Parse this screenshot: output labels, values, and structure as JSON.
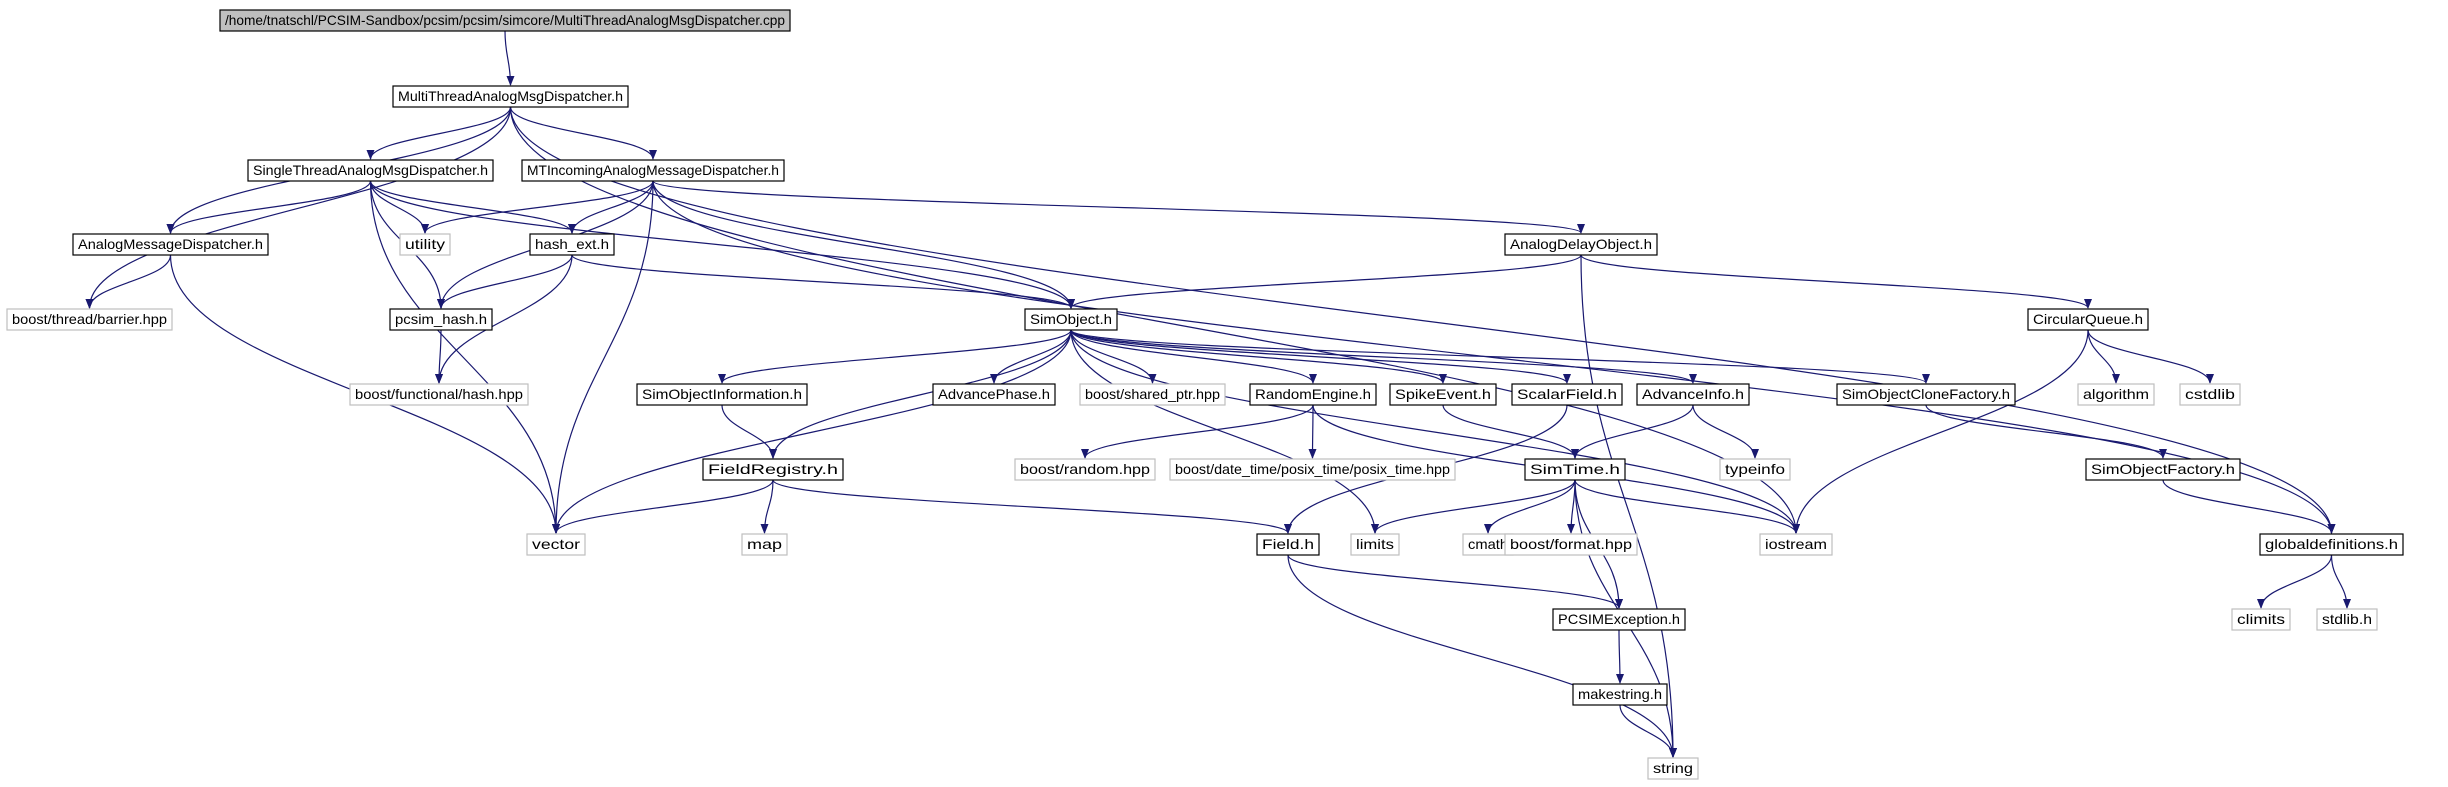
{
  "graph": {
    "edge_color": "#191970",
    "root_fill": "#bfbfbf",
    "external_border": "#bfbfbf",
    "nodes": [
      {
        "id": "root",
        "label": "/home/tnatschl/PCSIM-Sandbox/pcsim/pcsim/simcore/MultiThreadAnalogMsgDispatcher.cpp",
        "kind": "root"
      },
      {
        "id": "mtamd",
        "label": "MultiThreadAnalogMsgDispatcher.h",
        "kind": "local"
      },
      {
        "id": "stamd",
        "label": "SingleThreadAnalogMsgDispatcher.h",
        "kind": "local"
      },
      {
        "id": "mtiamd",
        "label": "MTIncomingAnalogMessageDispatcher.h",
        "kind": "local"
      },
      {
        "id": "amd",
        "label": "AnalogMessageDispatcher.h",
        "kind": "local"
      },
      {
        "id": "utility",
        "label": "utility",
        "kind": "external"
      },
      {
        "id": "hashext",
        "label": "hash_ext.h",
        "kind": "local"
      },
      {
        "id": "ado",
        "label": "AnalogDelayObject.h",
        "kind": "local"
      },
      {
        "id": "barrier",
        "label": "boost/thread/barrier.hpp",
        "kind": "external"
      },
      {
        "id": "pcsimhash",
        "label": "pcsim_hash.h",
        "kind": "local"
      },
      {
        "id": "simobject",
        "label": "SimObject.h",
        "kind": "local"
      },
      {
        "id": "circq",
        "label": "CircularQueue.h",
        "kind": "local"
      },
      {
        "id": "funchash",
        "label": "boost/functional/hash.hpp",
        "kind": "external"
      },
      {
        "id": "soinfo",
        "label": "SimObjectInformation.h",
        "kind": "local"
      },
      {
        "id": "advphase",
        "label": "AdvancePhase.h",
        "kind": "local"
      },
      {
        "id": "sharedptr",
        "label": "boost/shared_ptr.hpp",
        "kind": "external"
      },
      {
        "id": "randeng",
        "label": "RandomEngine.h",
        "kind": "local"
      },
      {
        "id": "spike",
        "label": "SpikeEvent.h",
        "kind": "local"
      },
      {
        "id": "scalar",
        "label": "ScalarField.h",
        "kind": "local"
      },
      {
        "id": "advinfo",
        "label": "AdvanceInfo.h",
        "kind": "local"
      },
      {
        "id": "soclone",
        "label": "SimObjectCloneFactory.h",
        "kind": "local"
      },
      {
        "id": "algorithm",
        "label": "algorithm",
        "kind": "external"
      },
      {
        "id": "cstdlib",
        "label": "cstdlib",
        "kind": "external"
      },
      {
        "id": "fieldreg",
        "label": "FieldRegistry.h",
        "kind": "local"
      },
      {
        "id": "random",
        "label": "boost/random.hpp",
        "kind": "external"
      },
      {
        "id": "posix",
        "label": "boost/date_time/posix_time/posix_time.hpp",
        "kind": "external"
      },
      {
        "id": "simtime",
        "label": "SimTime.h",
        "kind": "local"
      },
      {
        "id": "typeinfo",
        "label": "typeinfo",
        "kind": "external"
      },
      {
        "id": "sofactory",
        "label": "SimObjectFactory.h",
        "kind": "local"
      },
      {
        "id": "vector",
        "label": "vector",
        "kind": "external"
      },
      {
        "id": "map",
        "label": "map",
        "kind": "external"
      },
      {
        "id": "field",
        "label": "Field.h",
        "kind": "local"
      },
      {
        "id": "limits",
        "label": "limits",
        "kind": "external"
      },
      {
        "id": "cmath",
        "label": "cmath",
        "kind": "external"
      },
      {
        "id": "format",
        "label": "boost/format.hpp",
        "kind": "external"
      },
      {
        "id": "iostream",
        "label": "iostream",
        "kind": "external"
      },
      {
        "id": "globaldefs",
        "label": "globaldefinitions.h",
        "kind": "local"
      },
      {
        "id": "pcsimexc",
        "label": "PCSIMException.h",
        "kind": "local"
      },
      {
        "id": "climits",
        "label": "climits",
        "kind": "external"
      },
      {
        "id": "stdlib",
        "label": "stdlib.h",
        "kind": "external"
      },
      {
        "id": "makestring",
        "label": "makestring.h",
        "kind": "local"
      },
      {
        "id": "string",
        "label": "string",
        "kind": "external"
      }
    ],
    "edges": [
      [
        "root",
        "mtamd"
      ],
      [
        "mtamd",
        "stamd"
      ],
      [
        "mtamd",
        "mtiamd"
      ],
      [
        "mtamd",
        "amd"
      ],
      [
        "mtamd",
        "barrier"
      ],
      [
        "mtamd",
        "iostream"
      ],
      [
        "mtamd",
        "globaldefs"
      ],
      [
        "stamd",
        "amd"
      ],
      [
        "stamd",
        "utility"
      ],
      [
        "stamd",
        "hashext"
      ],
      [
        "stamd",
        "pcsimhash"
      ],
      [
        "stamd",
        "simobject"
      ],
      [
        "stamd",
        "vector"
      ],
      [
        "mtiamd",
        "utility"
      ],
      [
        "mtiamd",
        "hashext"
      ],
      [
        "mtiamd",
        "pcsimhash"
      ],
      [
        "mtiamd",
        "vector"
      ],
      [
        "mtiamd",
        "simobject"
      ],
      [
        "mtiamd",
        "ado"
      ],
      [
        "mtiamd",
        "globaldefs"
      ],
      [
        "amd",
        "barrier"
      ],
      [
        "amd",
        "vector"
      ],
      [
        "hashext",
        "pcsimhash"
      ],
      [
        "hashext",
        "funchash"
      ],
      [
        "hashext",
        "simobject"
      ],
      [
        "pcsimhash",
        "funchash"
      ],
      [
        "ado",
        "simobject"
      ],
      [
        "ado",
        "circq"
      ],
      [
        "ado",
        "string"
      ],
      [
        "simobject",
        "vector"
      ],
      [
        "simobject",
        "soinfo"
      ],
      [
        "simobject",
        "fieldreg"
      ],
      [
        "simobject",
        "advphase"
      ],
      [
        "simobject",
        "sharedptr"
      ],
      [
        "simobject",
        "randeng"
      ],
      [
        "simobject",
        "spike"
      ],
      [
        "simobject",
        "scalar"
      ],
      [
        "simobject",
        "advinfo"
      ],
      [
        "simobject",
        "soclone"
      ],
      [
        "simobject",
        "iostream"
      ],
      [
        "simobject",
        "limits"
      ],
      [
        "circq",
        "algorithm"
      ],
      [
        "circq",
        "cstdlib"
      ],
      [
        "circq",
        "iostream"
      ],
      [
        "soinfo",
        "fieldreg"
      ],
      [
        "fieldreg",
        "vector"
      ],
      [
        "fieldreg",
        "map"
      ],
      [
        "fieldreg",
        "field"
      ],
      [
        "randeng",
        "random"
      ],
      [
        "randeng",
        "posix"
      ],
      [
        "randeng",
        "iostream"
      ],
      [
        "spike",
        "simtime"
      ],
      [
        "scalar",
        "field"
      ],
      [
        "advinfo",
        "simtime"
      ],
      [
        "advinfo",
        "typeinfo"
      ],
      [
        "soclone",
        "sofactory"
      ],
      [
        "sofactory",
        "globaldefs"
      ],
      [
        "simtime",
        "limits"
      ],
      [
        "simtime",
        "cmath"
      ],
      [
        "simtime",
        "format"
      ],
      [
        "simtime",
        "iostream"
      ],
      [
        "simtime",
        "pcsimexc"
      ],
      [
        "simtime",
        "string"
      ],
      [
        "field",
        "pcsimexc"
      ],
      [
        "field",
        "string"
      ],
      [
        "globaldefs",
        "climits"
      ],
      [
        "globaldefs",
        "stdlib"
      ],
      [
        "pcsimexc",
        "makestring"
      ],
      [
        "makestring",
        "string"
      ]
    ]
  }
}
